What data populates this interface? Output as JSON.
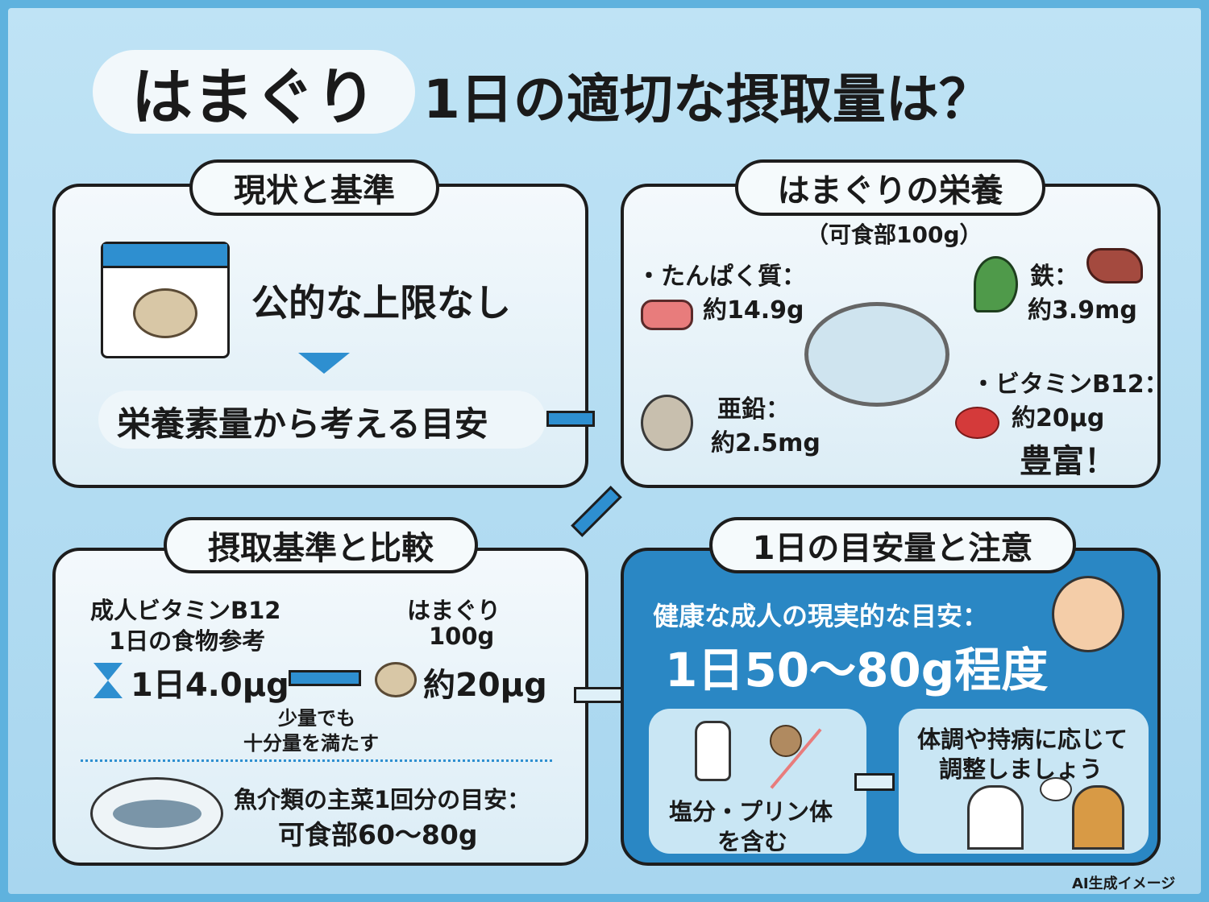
{
  "title": {
    "highlight": "はまぐり",
    "rest": "1日の適切な摂取量は？"
  },
  "panel_status": {
    "heading": "現状と基準",
    "limit": "公的な上限なし",
    "guide": "栄養素量から考える目安"
  },
  "panel_nutrition": {
    "heading": "はまぐりの栄養",
    "basis": "（可食部100g）",
    "protein_label": "・たんぱく質：",
    "protein_value": "約14.9g",
    "iron_label": "鉄：",
    "iron_value": "約3.9mg",
    "zinc_label": "亜鉛：",
    "zinc_value": "約2.5mg",
    "b12_label": "・ビタミンB12：",
    "b12_value": "約20µg",
    "b12_note": "豊富！"
  },
  "panel_compare": {
    "heading": "摂取基準と比較",
    "adult_line1": "成人ビタミンB12",
    "adult_line2": "1日の食物参考",
    "adult_value": "1日4.0µg",
    "clam_line1": "はまぐり",
    "clam_line2": "100g",
    "clam_value": "約20µg",
    "note_line1": "少量でも",
    "note_line2": "十分量を満たす",
    "seafood_line1": "魚介類の主菜1回分の目安：",
    "seafood_line2": "可食部60〜80g"
  },
  "panel_daily": {
    "heading": "1日の目安量と注意",
    "intro": "健康な成人の現実的な目安：",
    "amount": "1日50〜80g程度",
    "caution_line1": "塩分・プリン体",
    "caution_line2": "を含む",
    "advice_line1": "体調や持病に応じて",
    "advice_line2": "調整しましょう"
  },
  "footer": {
    "ai_label": "AI生成イメージ"
  },
  "colors": {
    "accent": "#2e8fd0",
    "daily_panel": "#2a87c4",
    "background": "#b5dcf1"
  }
}
